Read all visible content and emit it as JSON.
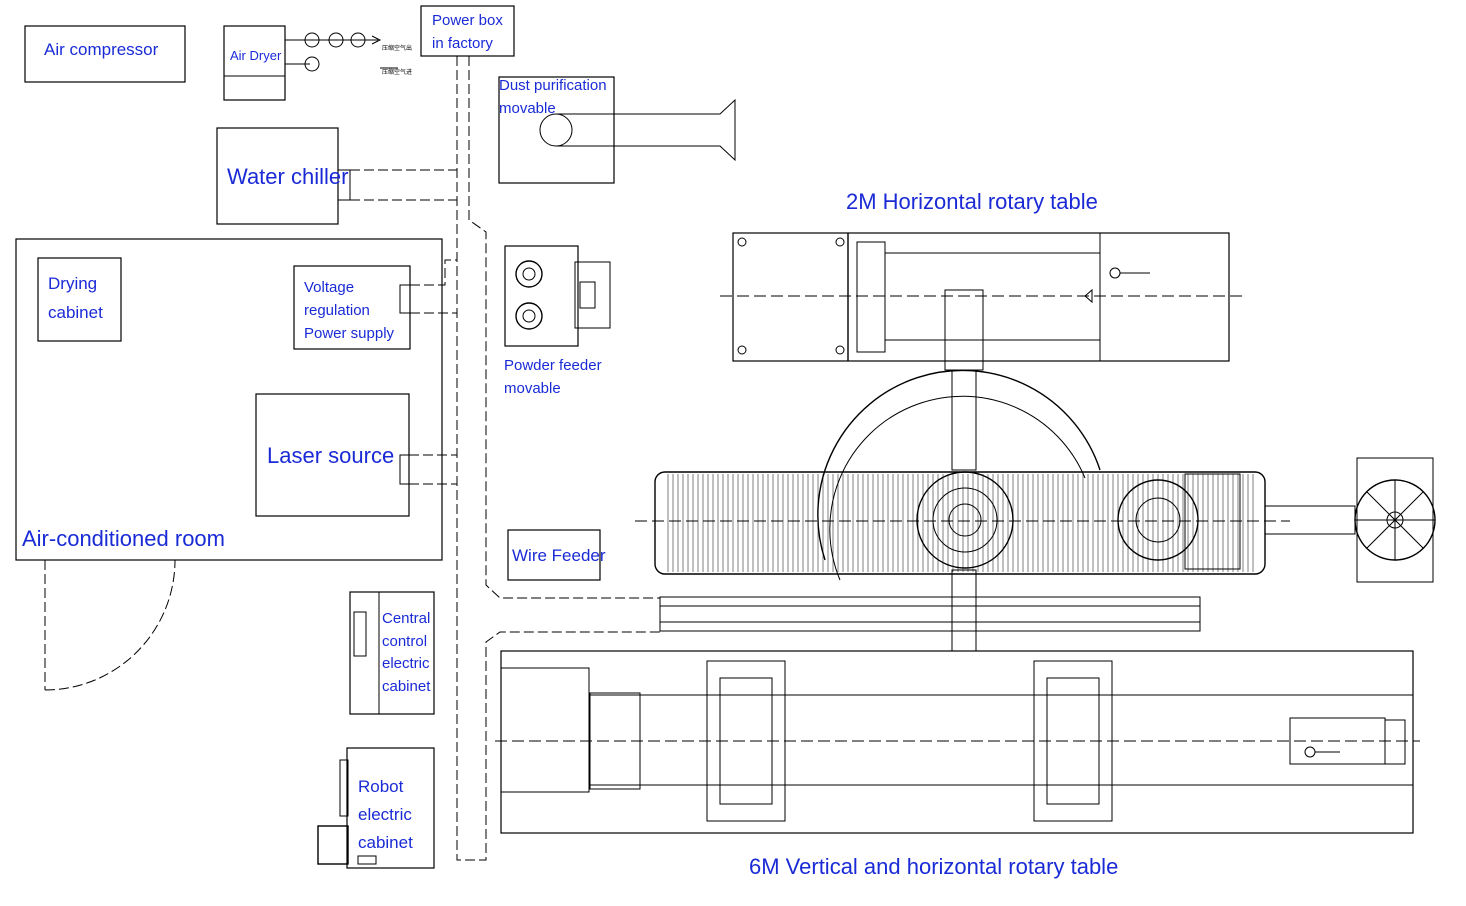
{
  "labels": {
    "air_compressor": "Air compressor",
    "air_dryer": "Air Dryer",
    "power_box_l1": "Power box",
    "power_box_l2": "in factory",
    "dust_l1": "Dust purification",
    "dust_l2": "movable",
    "water_chiller": "Water chiller",
    "drying_l1": "Drying",
    "drying_l2": "cabinet",
    "voltage_l1": "Voltage",
    "voltage_l2": "regulation",
    "voltage_l3": "Power supply",
    "powder_l1": "Powder feeder",
    "powder_l2": "movable",
    "laser_source": "Laser source",
    "air_room": "Air-conditioned room",
    "wire_feeder": "Wire Feeder",
    "central_l1": "Central",
    "central_l2": "control",
    "central_l3": "electric",
    "central_l4": "cabinet",
    "robot_l1": "Robot",
    "robot_l2": "electric",
    "robot_l3": "cabinet",
    "table_2m": "2M Horizontal rotary table",
    "table_6m": "6M Vertical and horizontal rotary table",
    "pipe_label_1": "压缩空气出",
    "pipe_label_2": "压缩空气进"
  }
}
